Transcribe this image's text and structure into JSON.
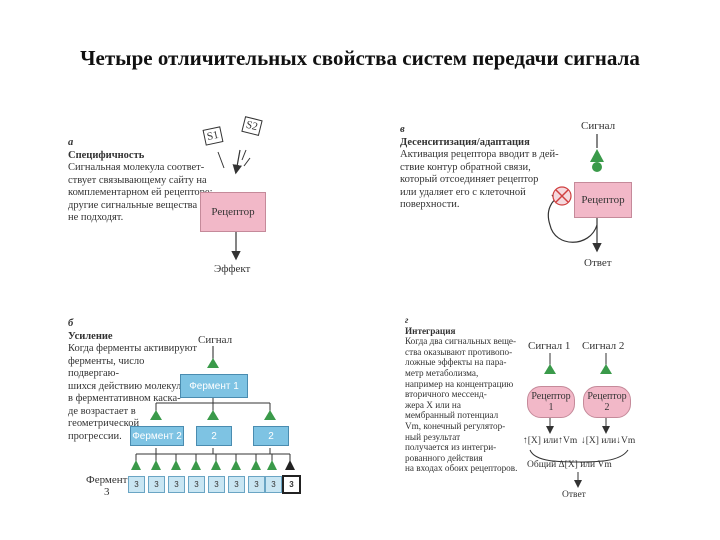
{
  "title": "Четыре отличительных свойства систем передачи сигнала",
  "panel_a": {
    "letter": "а",
    "heading": "Специфичность",
    "body": "Сигнальная молекула соответ-\nствует связывающему сайту на\nкомплементарном ей рецепторе;\nдругие сигнальные вещества\nне подходят.",
    "s1": "S1",
    "s2": "S2",
    "receptor": "Рецептор",
    "effect": "Эффект"
  },
  "panel_b": {
    "letter": "б",
    "heading": "Усиление",
    "body": "Когда ферменты активируют\nферменты, число подвергаю-\nшихся действию молекул\nв ферментативном каска-\nде возрастает в\nгеометрической\nпрогрессии.",
    "signal": "Сигнал",
    "enzyme1": "Фермент 1",
    "enzyme2": "Фермент 2",
    "enzyme2_short": "2",
    "enzyme3_label": "Фермент\n3",
    "enzyme3_cell": "3"
  },
  "panel_v": {
    "letter": "в",
    "heading": "Десенситизация/адаптация",
    "body": "Активация рецептора вводит в дей-\nствие контур обратной связи,\nкоторый отсоединяет рецептор\nили удаляет его с клеточной\nповерхности.",
    "signal": "Сигнал",
    "receptor": "Рецептор",
    "response": "Ответ"
  },
  "panel_g": {
    "letter": "г",
    "heading": "Интеграция",
    "body": "Когда два сигнальных веще-\nства оказывают противопо-\nложные эффекты на пара-\nметр метаболизма,\nнапример на концентрацию\nвторичного мессенд-\nжера X или на\nмембранный потенциал\nVm, конечный регулятор-\nный результат\nполучается из интегри-\nрованного действия\nна входах обоих рецепторов.",
    "signal1": "Сигнал 1",
    "signal2": "Сигнал 2",
    "receptor1": "Рецептор\n1",
    "receptor2": "Рецептор\n2",
    "up_label": "↑[X] или↑Vm",
    "down_label": "↓[X] или↓Vm",
    "total_label": "Общий Δ[X] или Vm",
    "response": "Ответ"
  },
  "colors": {
    "receptor_pink": "#f2b8c8",
    "signal_green": "#3a9a4a",
    "enzyme_blue": "#7ec3e3",
    "arrow_dark": "#333333"
  }
}
